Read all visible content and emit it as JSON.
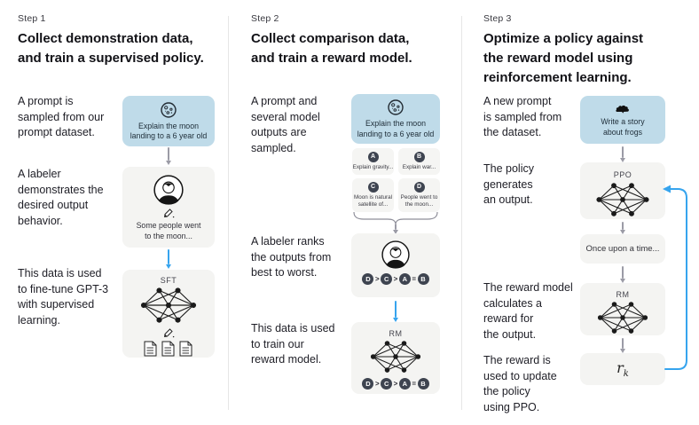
{
  "colors": {
    "prompt_box_blue": "#bfdbe9",
    "model_box_gray": "#f4f4f2",
    "arrow_blue": "#36a4ee",
    "arrow_gray": "#9b9ba6",
    "rank_circle_navy": "#3e4450"
  },
  "step1": {
    "label": "Step 1",
    "headline": "Collect demonstration data,\nand train a supervised policy.",
    "para_prompt": "A prompt is\nsampled from our\nprompt dataset.",
    "para_labeler": "A labeler\ndemonstrates the\ndesired output\nbehavior.",
    "para_data": "This data is used\nto fine-tune GPT-3\nwith supervised\nlearning.",
    "prompt_box_text": "Explain the moon\nlanding to a 6 year old",
    "labeler_output_text": "Some people went\nto the moon...",
    "model_label": "SFT"
  },
  "step2": {
    "label": "Step 2",
    "headline": "Collect comparison data,\nand train a reward model.",
    "para_prompt": "A prompt and\nseveral model\noutputs are\nsampled.",
    "para_labeler": "A labeler ranks\nthe outputs from\nbest to worst.",
    "para_data": "This data is used\nto train our\nreward model.",
    "prompt_box_text": "Explain the moon\nlanding to a 6 year old",
    "cards": [
      {
        "letter": "A",
        "caption": "Explain gravity..."
      },
      {
        "letter": "B",
        "caption": "Explain war..."
      },
      {
        "letter": "C",
        "caption": "Moon is natural\nsatellite of..."
      },
      {
        "letter": "D",
        "caption": "People went to\nthe moon..."
      }
    ],
    "ranking": [
      "D",
      ">",
      "C",
      ">",
      "A",
      "=",
      "B"
    ],
    "model_label": "RM"
  },
  "step3": {
    "label": "Step 3",
    "headline": "Optimize a policy against\nthe reward model using\nreinforcement learning.",
    "para_prompt": "A new prompt\nis sampled from\nthe dataset.",
    "para_policy": "The policy\ngenerates\nan output.",
    "para_reward_model": "The reward model\ncalculates a\nreward for\nthe output.",
    "para_reward_update": "The reward is\nused to update\nthe policy\nusing PPO.",
    "prompt_box_text": "Write a story\nabout frogs",
    "policy_label": "PPO",
    "output_box_text": "Once upon a time...",
    "model_label": "RM",
    "reward_symbol": "r",
    "reward_subscript": "k"
  }
}
